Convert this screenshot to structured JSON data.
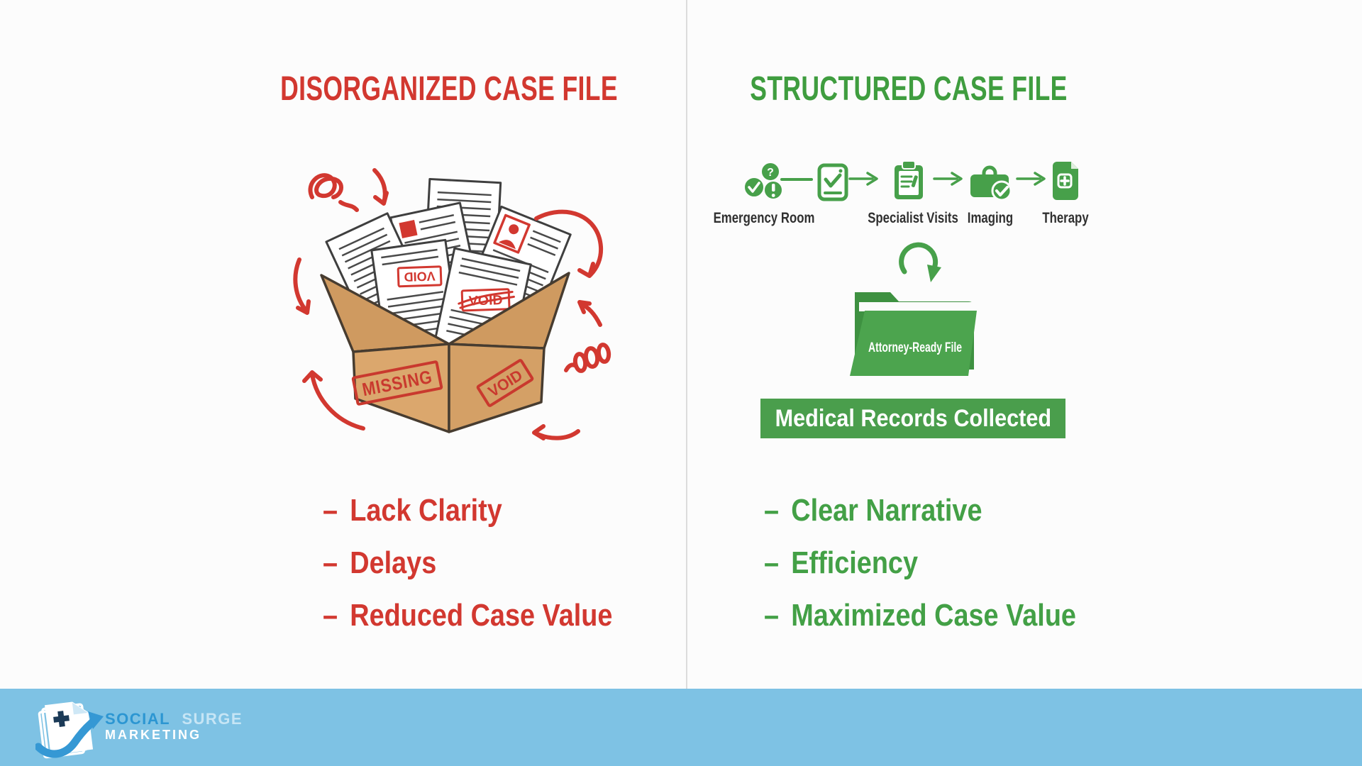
{
  "left": {
    "title": "DISORGANIZED CASE FILE",
    "dash": "–",
    "bullets": [
      "Lack Clarity",
      "Delays",
      "Reduced Case Value"
    ],
    "stamps": {
      "missing": "MISSING",
      "box_void": "VOID",
      "paper_void": "VOID",
      "paper_void_crossed": "VOID"
    }
  },
  "right": {
    "title": "STRUCTURED CASE FILE",
    "dash": "–",
    "flow": {
      "steps": [
        {
          "icon": "emergency-room-icon",
          "label": "Emergency Room"
        },
        {
          "icon": "checklist-icon",
          "label": ""
        },
        {
          "icon": "specialist-clipboard-icon",
          "label": "Specialist Visits"
        },
        {
          "icon": "imaging-bag-icon",
          "label": "Imaging"
        },
        {
          "icon": "therapy-file-icon",
          "label": "Therapy"
        }
      ]
    },
    "folder_label": "Attorney-Ready File",
    "banner_label": "Medical Records Collected",
    "bullets": [
      "Clear Narrative",
      "Efficiency",
      "Maximized Case Value"
    ]
  },
  "footer": {
    "brand_social": "SOCIAL",
    "brand_surge": "SURGE",
    "brand_marketing": "MARKETING"
  },
  "colors": {
    "red": "#d23830",
    "green_title": "#3f9d3f",
    "green_icon": "#47a04a",
    "banner_green": "#4a9e4c",
    "footer_blue": "#7ec2e4",
    "cardboard": "#dba76d"
  }
}
